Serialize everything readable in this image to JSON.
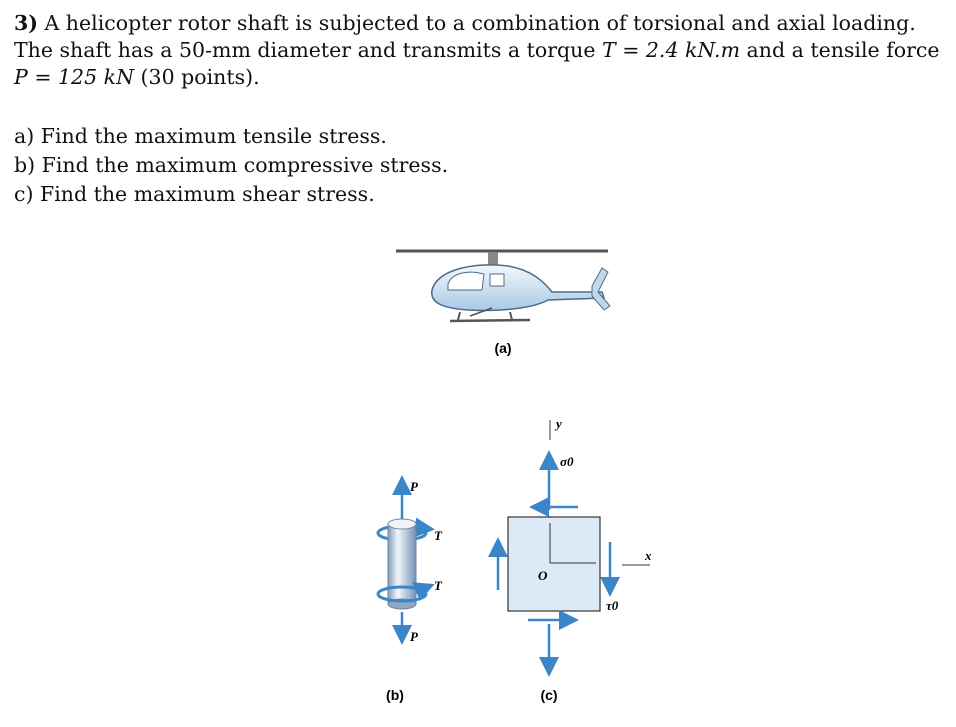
{
  "problem": {
    "number": "3)",
    "statement_1": " A helicopter rotor shaft is subjected to a combination of torsional and axial loading. The shaft has a 50-mm diameter and transmits a torque ",
    "torque_symbol": "T",
    "torque_value": " = 2.4 kN.m",
    "statement_2": " and a tensile force ",
    "force_symbol": "P",
    "force_value": " = 125 kN",
    "points": " (30 points)."
  },
  "parts": [
    "a) Find the maximum tensile stress.",
    "b) Find the maximum compressive stress.",
    "c) Find the maximum shear stress."
  ],
  "figure": {
    "caption_a": "(a)",
    "caption_b": "(b)",
    "caption_c": "(c)",
    "label_P_top": "P",
    "label_P_bottom": "P",
    "label_T_top": "T",
    "label_T_bottom": "T",
    "label_y": "y",
    "label_x": "x",
    "label_O": "O",
    "label_sigma": "σ0",
    "label_tau": "τ0"
  },
  "colors": {
    "shaft_light": "#eef3f8",
    "shaft_dark": "#8aa3bd",
    "arrow_blue": "#3a86c8",
    "element_fill": "#dceaf7",
    "helicopter_body": "#cfe3f3"
  }
}
